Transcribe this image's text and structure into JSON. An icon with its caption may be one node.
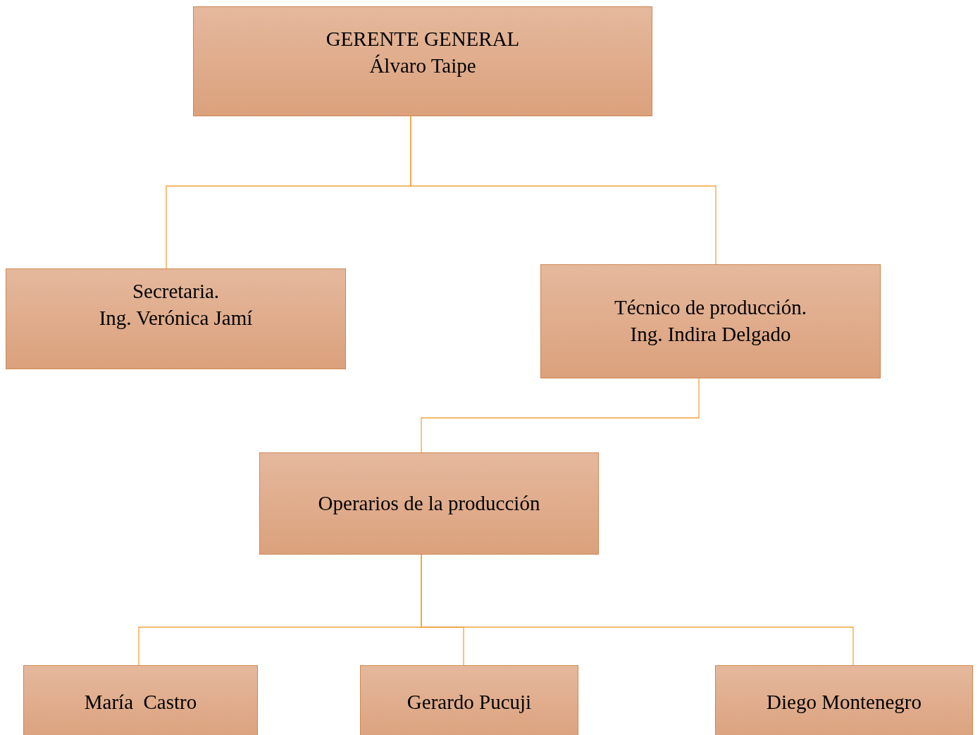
{
  "diagram": {
    "nodes": [
      {
        "text": [
          "GERENTE GENERAL",
          "Álvaro Taipe"
        ]
      },
      {
        "text": [
          "Secretaria.",
          "Ing. Verónica Jamí"
        ]
      },
      {
        "text": [
          "Técnico de producción.",
          "Ing. Indira Delgado"
        ]
      },
      {
        "text": [
          "Operarios de la producción"
        ]
      },
      {
        "text": [
          "María  Castro"
        ]
      },
      {
        "text": [
          "Gerardo Pucuji"
        ]
      },
      {
        "text": [
          "Diego Montenegro"
        ]
      }
    ],
    "edges": [
      {
        "from": 0,
        "to": 1,
        "arrow": "none"
      },
      {
        "from": 0,
        "to": 2,
        "arrow": "none"
      },
      {
        "from": 2,
        "to": 3,
        "arrow": "none"
      },
      {
        "from": 3,
        "to": 4,
        "arrow": "none"
      },
      {
        "from": 3,
        "to": 5,
        "arrow": "none"
      },
      {
        "from": 3,
        "to": 6,
        "arrow": "none"
      }
    ]
  }
}
